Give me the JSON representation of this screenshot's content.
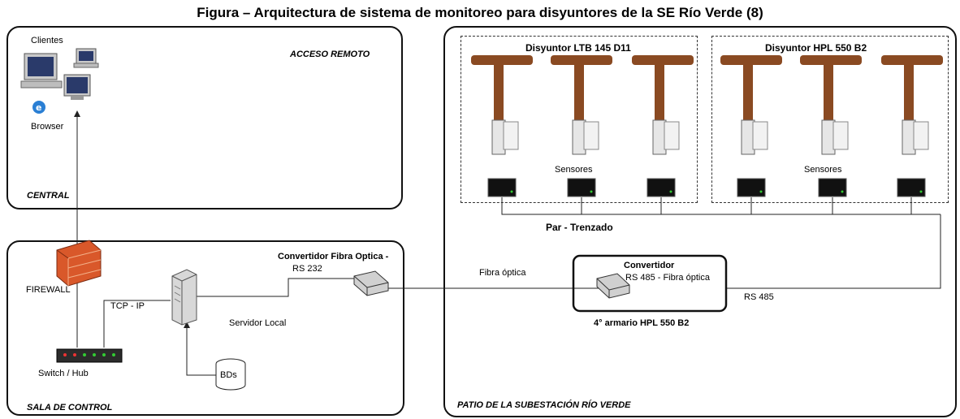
{
  "title": "Figura  – Arquitectura de sistema de monitoreo para disyuntores de la SE Río Verde (8)",
  "zones": {
    "remote": "ACCESO REMOTO",
    "central": "CENTRAL",
    "control": "SALA DE CONTROL",
    "patio": "PATIO DE LA SUBESTACIÓN RÍO VERDE"
  },
  "labels": {
    "clients": "Clientes",
    "browser": "Browser",
    "firewall": "FIREWALL",
    "tcp_ip": "TCP - IP",
    "switch": "Switch / Hub",
    "server": "Servidor Local",
    "db": "BDs",
    "conv_fibra": "Convertidor Fibra Optica -",
    "rs232": "RS 232",
    "fibra_optica": "Fibra óptica",
    "convertidor": "Convertidor",
    "conv_desc": "RS 485 - Fibra óptica",
    "armario": "4° armario HPL 550 B2",
    "rs485": "RS 485",
    "par_trenzado": "Par - Trenzado",
    "sensores": "Sensores"
  },
  "breakers": [
    {
      "name": "Disyuntor LTB 145 D11",
      "sensors_label": "Sensores"
    },
    {
      "name": "Disyuntor HPL 550 B2",
      "sensors_label": "Sensores"
    }
  ],
  "colors": {
    "firewall": "#d9582a",
    "insulator": "#8a4a22",
    "line": "#222222"
  }
}
